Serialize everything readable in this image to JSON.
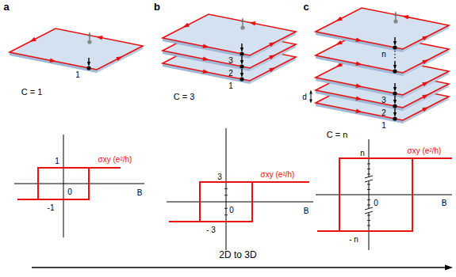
{
  "diagram": {
    "labels": [
      "a",
      "1",
      "C = 1",
      "σxy (e²/h)",
      "1",
      "0",
      "-1",
      "B",
      "b",
      "3",
      "2",
      "1",
      "C = 3",
      "σxy (e²/h)",
      "3",
      "0",
      "- 3",
      "B",
      "c",
      "n",
      "3",
      "2",
      "1",
      "d",
      "C = n",
      "σxy (e²/h)",
      "n",
      "0",
      "- n",
      "B",
      "2D to 3D"
    ]
  }
}
